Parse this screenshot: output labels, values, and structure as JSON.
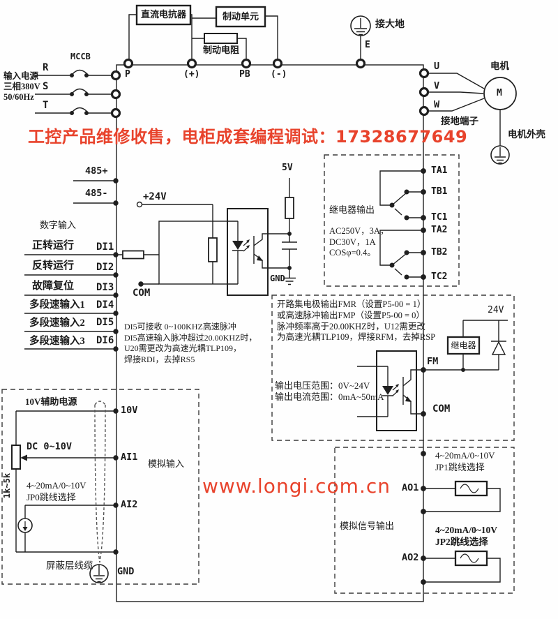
{
  "banner": {
    "text": "工控产品维修收售，电柜成套编程调试：17328677649",
    "color": "#e8432c"
  },
  "watermark": {
    "text": "www.longi.com.cn"
  },
  "top": {
    "dc_reactor": "直流电抗器",
    "brake_unit": "制动单元",
    "brake_resistor": "制动电阻",
    "terminal_p": "P",
    "terminal_plus": "(+)",
    "terminal_pb": "PB",
    "terminal_minus": "(-)",
    "earth_label": "接大地",
    "earth_terminal": "E"
  },
  "power": {
    "mccb": "MCCB",
    "phases": [
      "R",
      "S",
      "T"
    ],
    "source": "输入电源\n三相380V\n50/60Hz"
  },
  "motor": {
    "title": "电机",
    "m": "M",
    "terminals": [
      "U",
      "V",
      "W"
    ],
    "ground_terminal_label": "接地端子",
    "housing_label": "电机外壳"
  },
  "comm": {
    "p485": "485+",
    "n485": "485-"
  },
  "digital": {
    "title": "数字输入",
    "inputs": [
      {
        "label": "正转运行",
        "code": "DI1"
      },
      {
        "label": "反转运行",
        "code": "DI2"
      },
      {
        "label": "故障复位",
        "code": "DI3"
      },
      {
        "label": "多段速输入1",
        "code": "DI4"
      },
      {
        "label": "多段速输入2",
        "code": "DI5"
      },
      {
        "label": "多段速输入3",
        "code": "DI6"
      }
    ],
    "v24": "+24V",
    "com": "COM",
    "v5": "5V",
    "gnd": "GND",
    "note": "DI5可接收 0~100KHZ高速脉冲\nDI5高速输入脉冲超过20.00KHZ时，\nU20需更改为高速光耦TLP109，\n焊接RDI，去掉RS5"
  },
  "relay": {
    "title": "继电器输出",
    "spec": "AC250V，3A，\nDC30V，1A\nCOSφ=0.4。",
    "terminals": [
      "TA1",
      "TB1",
      "TC1",
      "TA2",
      "TB2",
      "TC2"
    ]
  },
  "fm": {
    "note": "开路集电极输出FMR（设置P5-00 = 1）\n或高速脉冲输出FMP（设置P5-00 = 0）\n脉冲频率高于20.00KHZ时，U12需更改\n为高速光耦TLP109，焊接RFM，去掉RSP",
    "voltage": "输出电压范围：0V~24V",
    "current": "输出电流范围：0mA~50mA",
    "fm": "FM",
    "com": "COM",
    "v24": "24V",
    "relay_box": "继电器"
  },
  "analog_in": {
    "title": "模拟输入",
    "aux": "10V辅助电源",
    "t10v": "10V",
    "dc_range": "DC 0~10V",
    "ai1": "AI1",
    "jp0": "4~20mA/0~10V\nJP0跳线选择",
    "ai2": "AI2",
    "pot": "1k~5k",
    "shield": "屏蔽层线缆",
    "gnd": "GND"
  },
  "analog_out": {
    "title": "模拟信号输出",
    "jp1": "4~20mA/0~10V\nJP1跳线选择",
    "ao1": "AO1",
    "jp2": "4~20mA/0~10V\nJP2跳线选择",
    "ao2": "AO2"
  }
}
